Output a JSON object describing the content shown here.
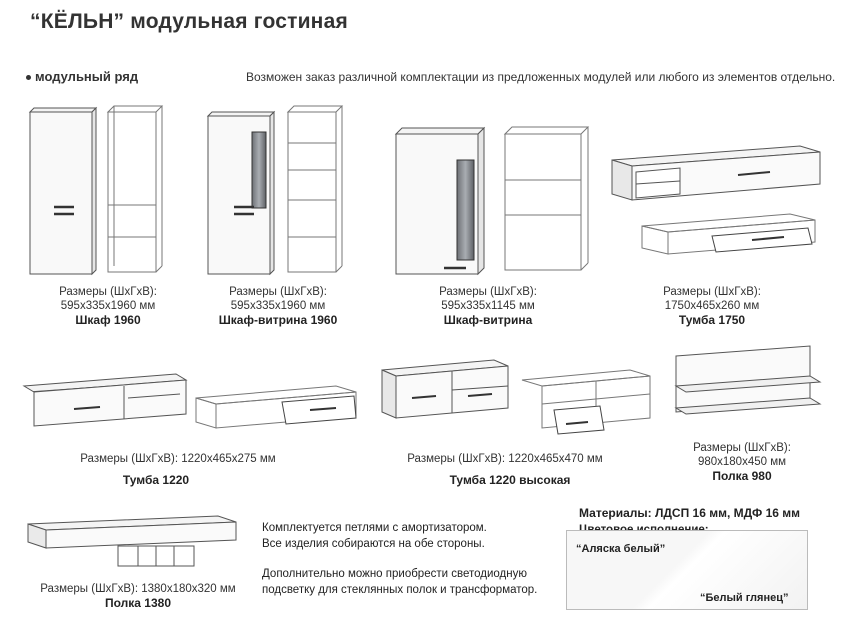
{
  "header": {
    "title": "“КЁЛЬН” модульная гостиная",
    "section": "модульный ряд",
    "note": "Возможен заказ различной комплектации из предложенных модулей или любого из элементов отдельно."
  },
  "products": [
    {
      "dims_label": "Размеры (ШхГхВ):",
      "dims": "595x335x1960 мм",
      "name": "Шкаф 1960"
    },
    {
      "dims_label": "Размеры (ШхГхВ):",
      "dims": "595x335x1960 мм",
      "name": "Шкаф-витрина 1960"
    },
    {
      "dims_label": "Размеры (ШхГхВ):",
      "dims": "595x335x1145 мм",
      "name": "Шкаф-витрина"
    },
    {
      "dims_label": "Размеры (ШхГхВ):",
      "dims": "1750x465x260 мм",
      "name": "Тумба 1750"
    },
    {
      "dims_line": "Размеры (ШхГхВ): 1220x465x275 мм",
      "name": "Тумба 1220"
    },
    {
      "dims_line": "Размеры (ШхГхВ): 1220x465x470 мм",
      "name": "Тумба 1220 высокая"
    },
    {
      "dims_label": "Размеры (ШхГхВ):",
      "dims": "980x180x450 мм",
      "name": "Полка 980"
    },
    {
      "dims_line": "Размеры (ШхГхВ): 1380x180x320 мм",
      "name": "Полка 1380"
    }
  ],
  "info": {
    "line1": "Комплектуется петлями с амортизатором.",
    "line2": "Все изделия собираются на обе стороны.",
    "line3": "Дополнительно можно приобрести светодиодную",
    "line4": "подсветку для стеклянных полок и трансформатор."
  },
  "materials": {
    "line": "Материалы: ЛДСП 16 мм, МДФ 16 мм",
    "colors_label": "Цветовое исполнение:",
    "swatch1": "“Аляска белый”",
    "swatch2": "“Белый глянец”"
  }
}
